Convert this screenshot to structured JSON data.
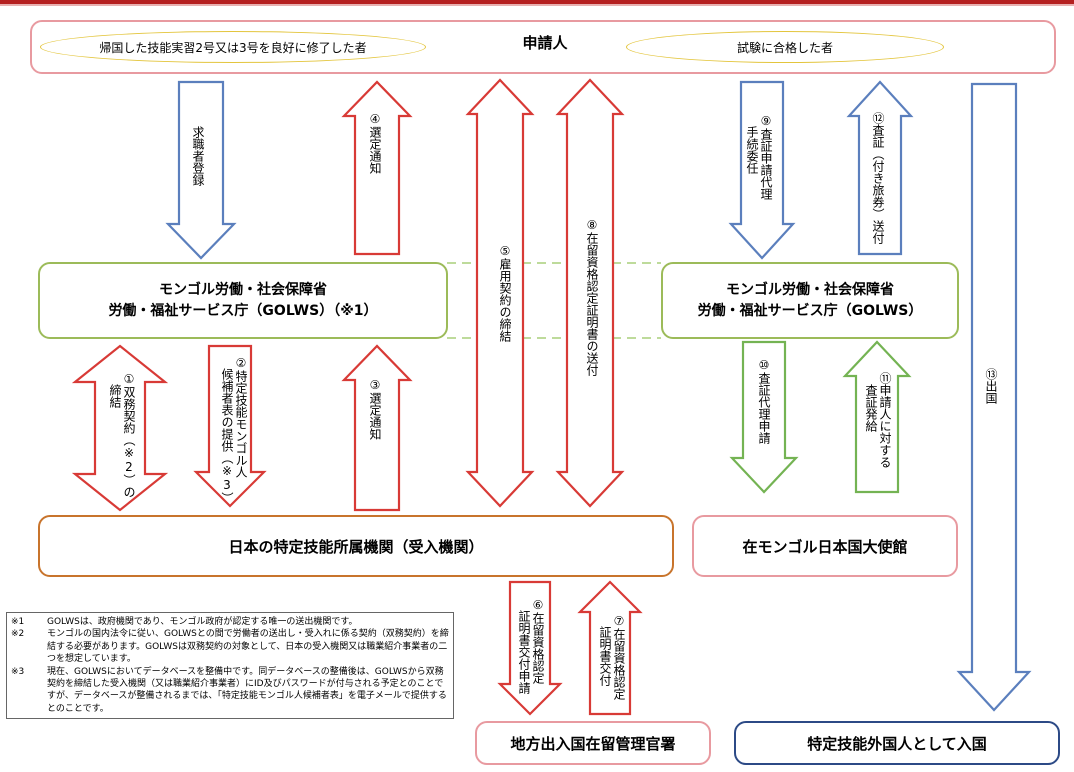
{
  "applicant": {
    "title": "申請人",
    "left_oval": "帰国した技能実習2号又は3号を良好に修了した者",
    "right_oval": "試験に合格した者"
  },
  "golws_left": {
    "line1": "モンゴル労働・社会保障省",
    "line2": "労働・福祉サービス庁（GOLWS）（※1）"
  },
  "golws_right": {
    "line1": "モンゴル労働・社会保障省",
    "line2": "労働・福祉サービス庁（GOLWS）"
  },
  "receiving_org": "日本の特定技能所属機関（受入機関）",
  "embassy": "在モンゴル日本国大使館",
  "immigration": "地方出入国在留管理官署",
  "entry": "特定技能外国人として入国",
  "steps": {
    "job_registration": "求職者登録",
    "s1": "①双務契約（※2）の\n　締結",
    "s2": "②特定技能モンゴル人\n　候補者表の提供（※3）",
    "s3": "③選定通知",
    "s4": "④選定通知",
    "s5": "⑤雇用契約の締結",
    "s6": "⑥在留資格認定\n　証明書交付申請",
    "s7": "⑦在留資格認定\n　証明書交付",
    "s8": "⑧在留資格認定証明書の送付",
    "s9": "⑨査証申請代理\n　手続委任",
    "s10": "⑩査証代理申請",
    "s11": "⑪申請人に対する\n　査証発給",
    "s12": "⑫査証（付き旅券）送付",
    "s13": "⑬出国"
  },
  "notes": [
    {
      "mark": "※1",
      "text": "GOLWSは、政府機関であり、モンゴル政府が認定する唯一の送出機関です。"
    },
    {
      "mark": "※2",
      "text": "モンゴルの国内法令に従い、GOLWSとの間で労働者の送出し・受入れに係る契約（双務契約）を締結する必要があります。GOLWSは双務契約の対象として、日本の受入機関又は職業紹介事業者の二つを想定しています。"
    },
    {
      "mark": "※3",
      "text": "現在、GOLWSにおいてデータベースを整備中です。同データベースの整備後は、GOLWSから双務契約を締結した受入機関（又は職業紹介事業者）にID及びパスワードが付与される予定とのことですが、データベースが整備されるまでは、「特定技能モンゴル人候補者表」を電子メールで提供するとのことです。"
    }
  ],
  "colors": {
    "red": "#d83a36",
    "blue": "#5b7fbd",
    "green": "#74b353",
    "olive": "#9cbb59",
    "orange": "#c8742c",
    "pink": "#e89aa0",
    "navy": "#2c4a86",
    "header_bar": "#b52020",
    "dashed": "#a8cf7a"
  }
}
